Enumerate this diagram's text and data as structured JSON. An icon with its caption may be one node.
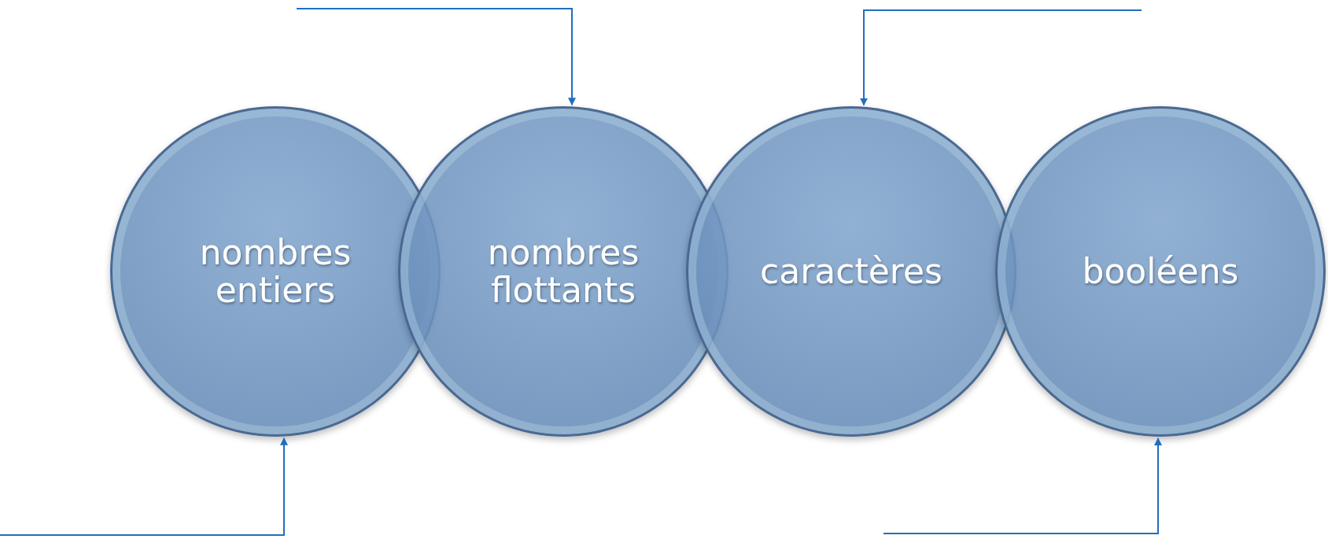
{
  "diagram": {
    "nodes": [
      {
        "text": [
          "nombres entiers"
        ]
      },
      {
        "text": [
          "nombres flottants"
        ]
      },
      {
        "text": [
          "caractères"
        ]
      },
      {
        "text": [
          "booléens"
        ]
      }
    ],
    "edges": [
      {
        "from": null,
        "to": 1,
        "arrow": "to"
      },
      {
        "from": null,
        "to": 2,
        "arrow": "to"
      },
      {
        "from": null,
        "to": 0,
        "arrow": "to"
      },
      {
        "from": null,
        "to": 3,
        "arrow": "to"
      }
    ]
  }
}
